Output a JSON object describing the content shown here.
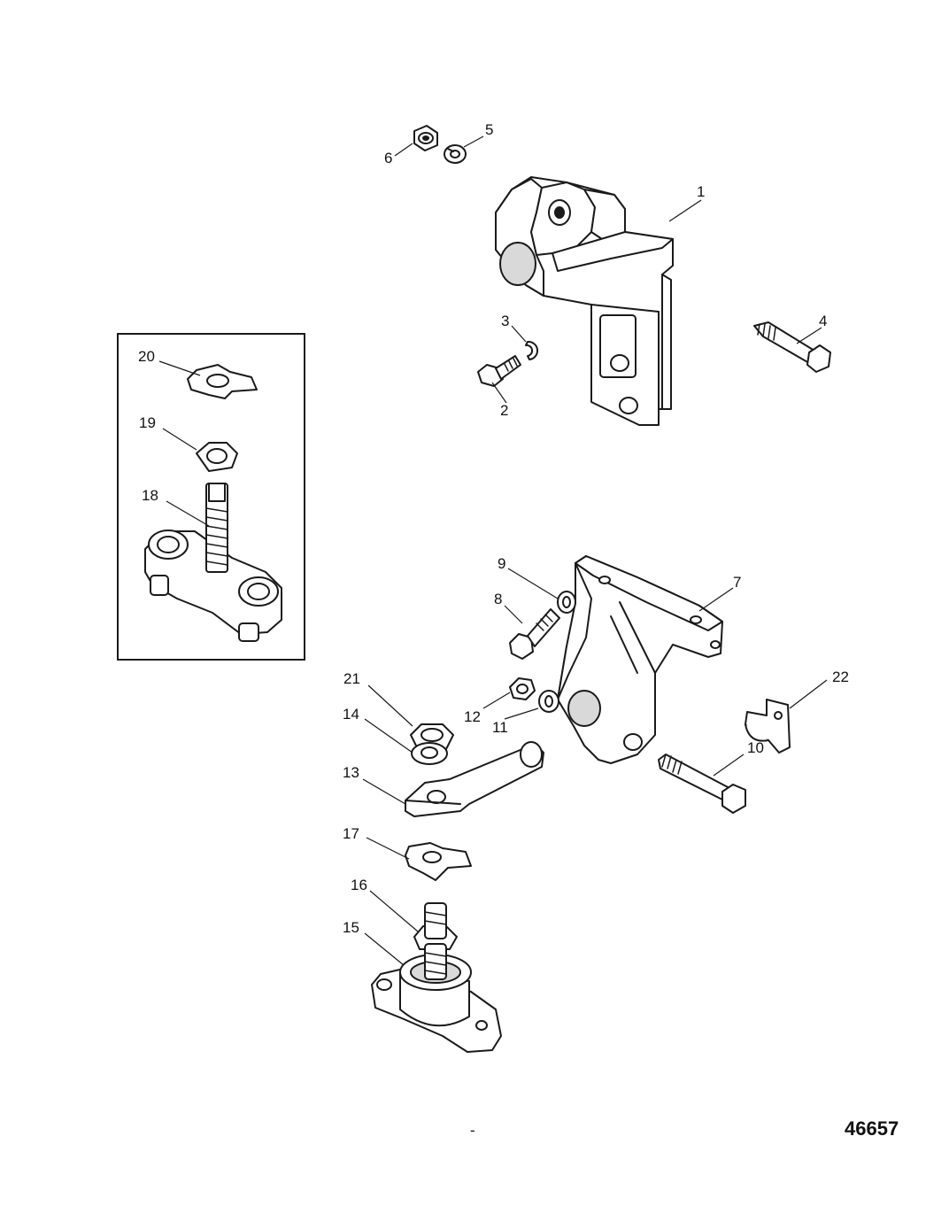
{
  "figure_number": "46657",
  "callouts": {
    "c1": "1",
    "c2": "2",
    "c3": "3",
    "c4": "4",
    "c5": "5",
    "c6": "6",
    "c7": "7",
    "c8": "8",
    "c9": "9",
    "c10": "10",
    "c11": "11",
    "c12": "12",
    "c13": "13",
    "c14": "14",
    "c15": "15",
    "c16": "16",
    "c17": "17",
    "c18": "18",
    "c19": "19",
    "c20": "20",
    "c21": "21",
    "c22": "22"
  },
  "small_mark": "-"
}
